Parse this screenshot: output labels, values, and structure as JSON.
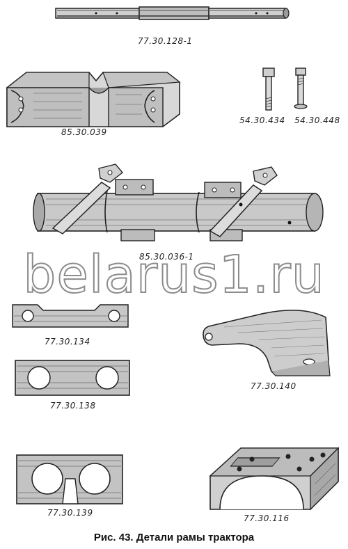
{
  "figure": {
    "caption": "Рис. 43. Детали рамы трактора",
    "watermark": "belarus1.ru"
  },
  "parts": {
    "tube": "77.30.128-1",
    "bracket_block": "85.30.039",
    "bolt_a": "54.30.434",
    "bolt_b": "54.30.448",
    "tube_assembly": "85.30.036-1",
    "strip_plate": "77.30.134",
    "curved_bracket": "77.30.140",
    "plate_two_holes": "77.30.138",
    "slotted_plate": "77.30.139",
    "saddle_clamp": "77.30.116"
  }
}
